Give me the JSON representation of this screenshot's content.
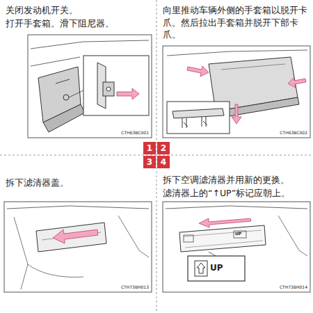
{
  "diagram": {
    "nodes": [
      {
        "text": [
          "1"
        ]
      },
      {
        "text": [
          "2"
        ]
      },
      {
        "text": [
          "3"
        ]
      },
      {
        "text": [
          "4"
        ]
      }
    ],
    "labels": [
      "关闭发动机开关。",
      "打开手套箱。滑下阻尼器。",
      "CTH63BC001",
      "向里推动车辆外侧的手套箱以脱开卡爪。然后拉出手套箱并脱开下部卡爪。",
      "CTH63BC002",
      "拆下滤清器盖。",
      "CTH73BH013",
      "拆下空调滤清器并用新的更换。",
      "滤清器上的“↑UP”标记应朝上。",
      "UP",
      "UP",
      "CTH73BH014"
    ]
  }
}
